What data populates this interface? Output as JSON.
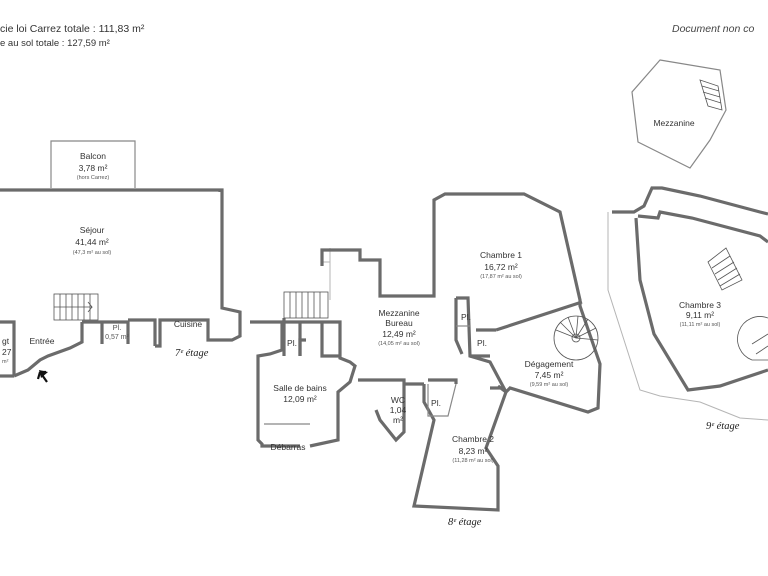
{
  "header": {
    "carrez_total": "cie loi Carrez totale :  111,83 m²",
    "ground_total": "e au sol totale :  127,59 m²",
    "disclaimer": "Document non co"
  },
  "floors": {
    "f7": "7ᵉ étage",
    "f8": "8ᵉ étage",
    "f9": "9ᵉ étage"
  },
  "rooms": {
    "balcon": {
      "name": "Balcon",
      "area": "3,78 m²",
      "note": "(hors Carrez)"
    },
    "sejour": {
      "name": "Séjour",
      "area": "41,44 m²",
      "note": "(47,3 m² au sol)"
    },
    "entree": {
      "name": "Entrée"
    },
    "dgt_left": {
      "name": "gt",
      "area": "27",
      "note": "m²"
    },
    "pl7": {
      "name": "Pl.",
      "area": "0,57 m²"
    },
    "cuisine": {
      "name": "Cuisine"
    },
    "mezzanine_bureau": {
      "name": "Mezzanine",
      "name2": "Bureau",
      "area": "12,49 m²",
      "note": "(14,05 m² au sol)"
    },
    "pl8a": {
      "name": "Pl."
    },
    "sdb": {
      "name": "Salle de bains",
      "area": "12,09 m²"
    },
    "debarras": {
      "name": "Débarras"
    },
    "wc": {
      "name": "WC",
      "area": "1,04",
      "unit": "m²"
    },
    "pl8b": {
      "name": "Pl."
    },
    "chambre1": {
      "name": "Chambre 1",
      "area": "16,72 m²",
      "note": "(17,87 m² au sol)"
    },
    "pl8c": {
      "name": "Pl."
    },
    "pl8d": {
      "name": "Pl."
    },
    "degagement": {
      "name": "Dégagement",
      "area": "7,45 m²",
      "note": "(9,59 m² au sol)"
    },
    "chambre2": {
      "name": "Chambre 2",
      "area": "8,23 m²",
      "note": "(11,28 m² au sol)"
    },
    "mezzanine9": {
      "name": "Mezzanine"
    },
    "chambre3": {
      "name": "Chambre 3",
      "area": "9,11 m²",
      "note": "(11,11 m² au sol)"
    }
  },
  "icons": {
    "entry": "entry-arrow-icon"
  }
}
